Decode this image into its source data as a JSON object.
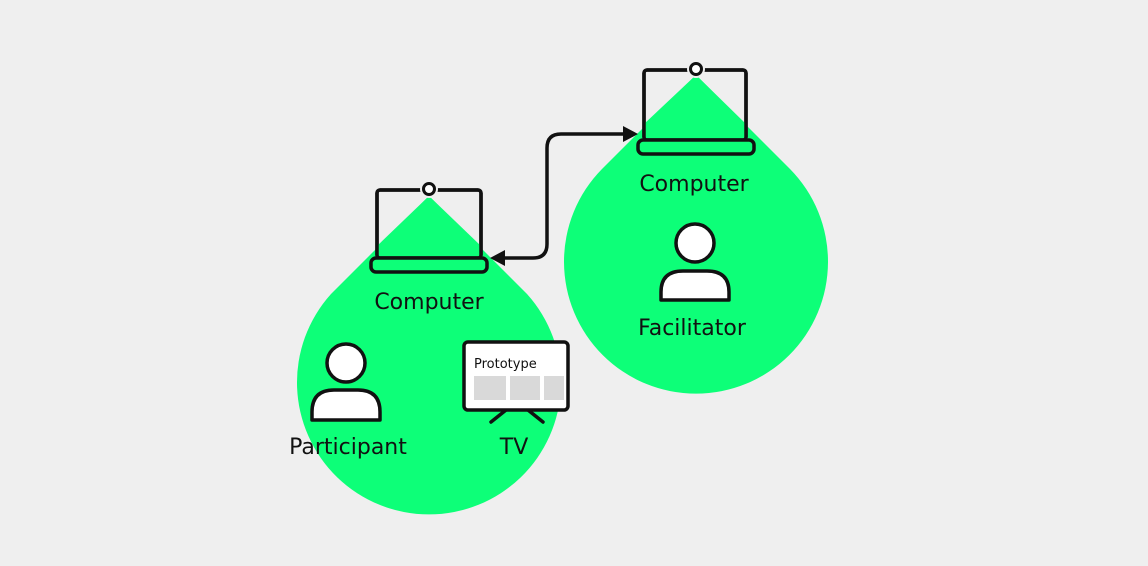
{
  "colors": {
    "background": "#efefef",
    "accent_green": "#0dff78",
    "stroke": "#111111",
    "screen_fill": "#ffffff",
    "placeholder": "#d9d9d9"
  },
  "participant_setup": {
    "computer_label": "Computer",
    "person_label": "Participant",
    "tv_label": "TV",
    "tv_screen_text": "Prototype",
    "icons": [
      "laptop-icon",
      "webcam-icon",
      "person-icon",
      "tv-icon"
    ]
  },
  "facilitator_setup": {
    "computer_label": "Computer",
    "person_label": "Facilitator",
    "icons": [
      "laptop-icon",
      "webcam-icon",
      "person-icon"
    ]
  },
  "connection": {
    "type": "bidirectional-arrow",
    "icon": "double-arrow-icon"
  }
}
